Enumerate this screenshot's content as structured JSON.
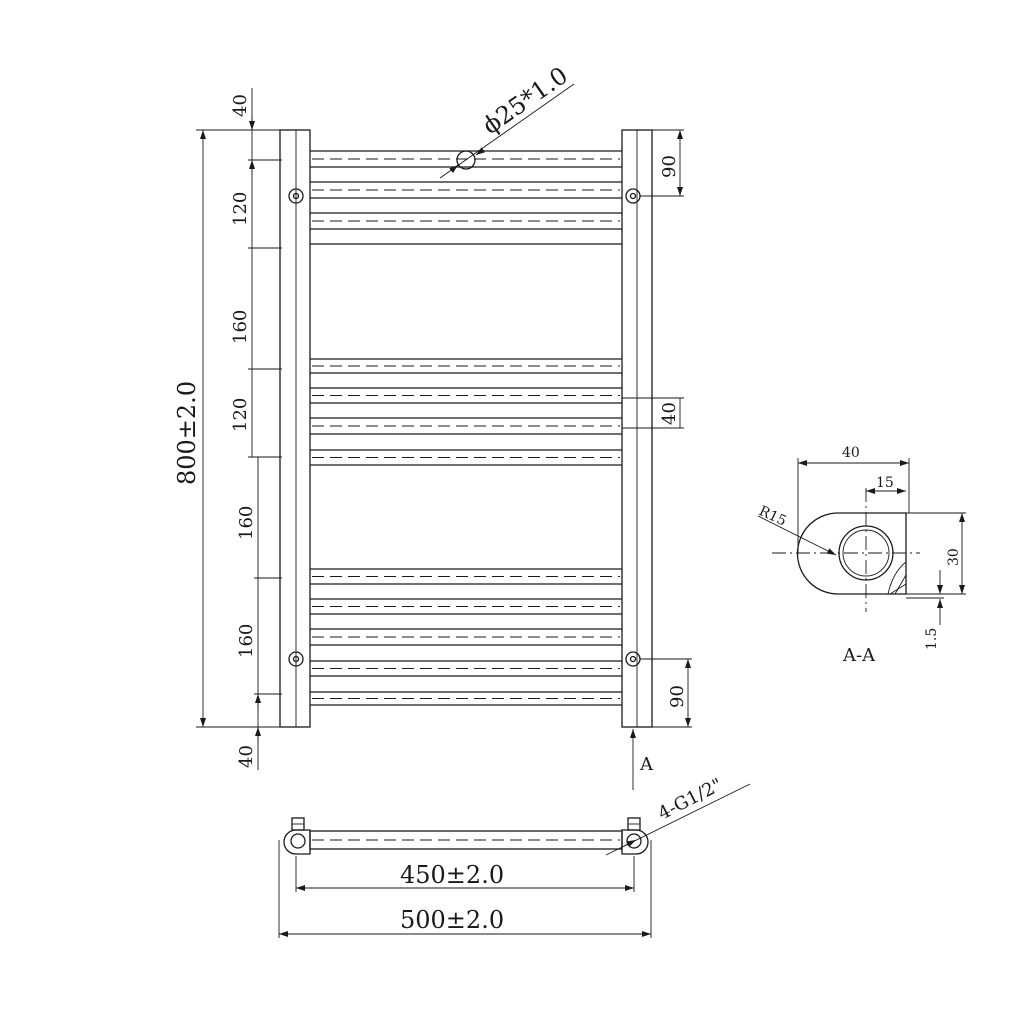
{
  "front_view": {
    "tube_spec": "ϕ25*1.0",
    "height_total": "800±2.0",
    "left_dims": [
      "40",
      "120",
      "160",
      "120",
      "160",
      "160",
      "40"
    ],
    "right_dims": [
      "90",
      "40",
      "90"
    ],
    "section_arrow_label": "A"
  },
  "section_view": {
    "title": "A-A",
    "width": "40",
    "offset": "15",
    "radius": "R15",
    "height": "30",
    "wall": "1.5"
  },
  "top_view": {
    "connection_spec": "4-G1/2\"",
    "center_distance": "450±2.0",
    "overall_width": "500±2.0"
  }
}
